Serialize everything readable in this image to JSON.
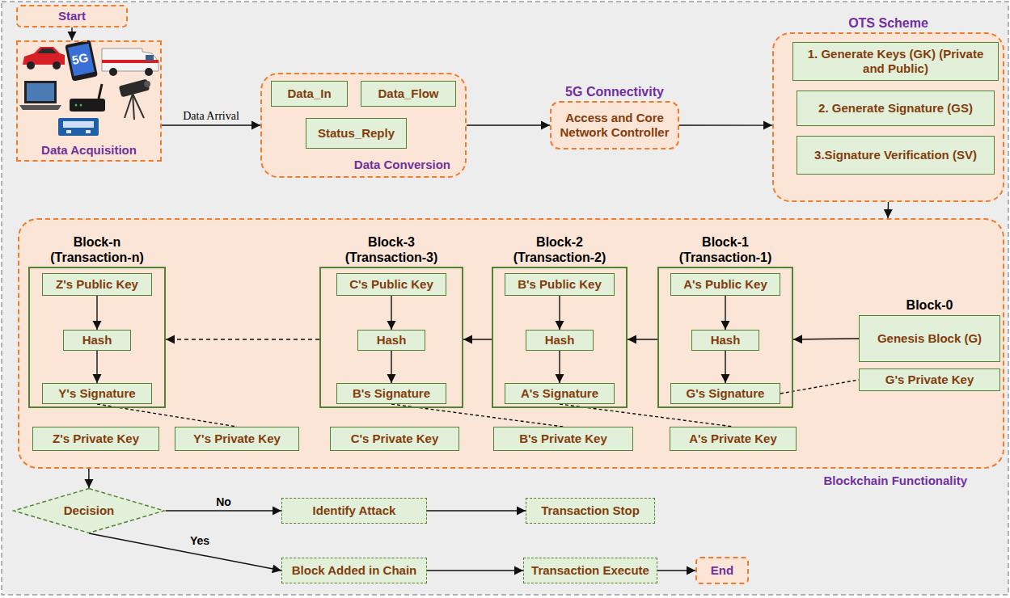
{
  "diagram": {
    "nodes": [
      {
        "text": [
          "Start"
        ]
      },
      {
        "text": [
          "Data Acquisition"
        ]
      },
      {
        "text": [
          "Data Conversion"
        ]
      },
      {
        "text": [
          "Data_In"
        ],
        "in": 2
      },
      {
        "text": [
          "Data_Flow"
        ],
        "in": 2
      },
      {
        "text": [
          "Status_Reply"
        ],
        "in": 2
      },
      {
        "text": [
          "5G Connectivity",
          "Access and Core Network Controller"
        ]
      },
      {
        "text": [
          "OTS Scheme"
        ]
      },
      {
        "text": [
          "1. Generate Keys (GK) (Private and Public)"
        ],
        "in": 7
      },
      {
        "text": [
          "2. Generate Signature (GS)"
        ],
        "in": 7
      },
      {
        "text": [
          "3.Signature Verification (SV)"
        ],
        "in": 7
      },
      {
        "text": [
          "Blockchain Functionality"
        ]
      },
      {
        "text": [
          "Block-n (Transaction-n)"
        ],
        "in": 11
      },
      {
        "text": [
          "Z's Public Key"
        ],
        "in": 12
      },
      {
        "text": [
          "Hash"
        ],
        "in": 12
      },
      {
        "text": [
          "Y's Signature"
        ],
        "in": 12
      },
      {
        "text": [
          "Block-3 (Transaction-3)"
        ],
        "in": 11
      },
      {
        "text": [
          "C's Public Key"
        ],
        "in": 16
      },
      {
        "text": [
          "Hash"
        ],
        "in": 16
      },
      {
        "text": [
          "B's Signature"
        ],
        "in": 16
      },
      {
        "text": [
          "Block-2 (Transaction-2)"
        ],
        "in": 11
      },
      {
        "text": [
          "B's Public Key"
        ],
        "in": 20
      },
      {
        "text": [
          "Hash"
        ],
        "in": 20
      },
      {
        "text": [
          "A's Signature"
        ],
        "in": 20
      },
      {
        "text": [
          "Block-1 (Transaction-1)"
        ],
        "in": 11
      },
      {
        "text": [
          "A's Public Key"
        ],
        "in": 24
      },
      {
        "text": [
          "Hash"
        ],
        "in": 24
      },
      {
        "text": [
          "G's Signature"
        ],
        "in": 24
      },
      {
        "text": [
          "Block-0",
          "Genesis Block (G)"
        ],
        "in": 11
      },
      {
        "text": [
          "G's Private Key"
        ],
        "in": 11
      },
      {
        "text": [
          "Z's Private Key"
        ],
        "in": 11
      },
      {
        "text": [
          "Y's Private Key"
        ],
        "in": 11
      },
      {
        "text": [
          "C's Private Key"
        ],
        "in": 11
      },
      {
        "text": [
          "B's Private Key"
        ],
        "in": 11
      },
      {
        "text": [
          "A's Private Key"
        ],
        "in": 11
      },
      {
        "text": [
          "Decision"
        ]
      },
      {
        "text": [
          "Identify Attack"
        ]
      },
      {
        "text": [
          "Transaction Stop"
        ]
      },
      {
        "text": [
          "Block Added in Chain"
        ]
      },
      {
        "text": [
          "Transaction Execute"
        ]
      },
      {
        "text": [
          "End"
        ]
      }
    ],
    "edges": [
      {
        "from": 0,
        "to": 1,
        "arrow": "to"
      },
      {
        "from": 1,
        "to": 2,
        "label": "Data Arrival",
        "arrow": "to"
      },
      {
        "from": 2,
        "to": 6,
        "arrow": "to"
      },
      {
        "from": 6,
        "to": 7,
        "arrow": "to"
      },
      {
        "from": 7,
        "to": 11,
        "arrow": "to"
      },
      {
        "from": 13,
        "to": 14,
        "arrow": "to"
      },
      {
        "from": 14,
        "to": 15,
        "arrow": "to"
      },
      {
        "from": 17,
        "to": 18,
        "arrow": "to"
      },
      {
        "from": 18,
        "to": 19,
        "arrow": "to"
      },
      {
        "from": 21,
        "to": 22,
        "arrow": "to"
      },
      {
        "from": 22,
        "to": 23,
        "arrow": "to"
      },
      {
        "from": 25,
        "to": 26,
        "arrow": "to"
      },
      {
        "from": 26,
        "to": 27,
        "arrow": "to"
      },
      {
        "from": 28,
        "to": 24,
        "arrow": "to"
      },
      {
        "from": 24,
        "to": 20,
        "arrow": "to"
      },
      {
        "from": 20,
        "to": 16,
        "arrow": "to"
      },
      {
        "from": 16,
        "to": 12,
        "arrow": "to"
      },
      {
        "from": 27,
        "to": 29,
        "arrow": "none"
      },
      {
        "from": 23,
        "to": 34,
        "arrow": "none"
      },
      {
        "from": 19,
        "to": 33,
        "arrow": "none"
      },
      {
        "from": 15,
        "to": 31,
        "arrow": "none"
      },
      {
        "from": 11,
        "to": 35,
        "arrow": "to"
      },
      {
        "from": 35,
        "to": 36,
        "label": "No",
        "arrow": "to"
      },
      {
        "from": 36,
        "to": 37,
        "arrow": "to"
      },
      {
        "from": 35,
        "to": 38,
        "label": "Yes",
        "arrow": "to"
      },
      {
        "from": 38,
        "to": 39,
        "arrow": "to"
      },
      {
        "from": 39,
        "to": 40,
        "arrow": "to"
      }
    ],
    "labels": [
      "5G"
    ]
  }
}
